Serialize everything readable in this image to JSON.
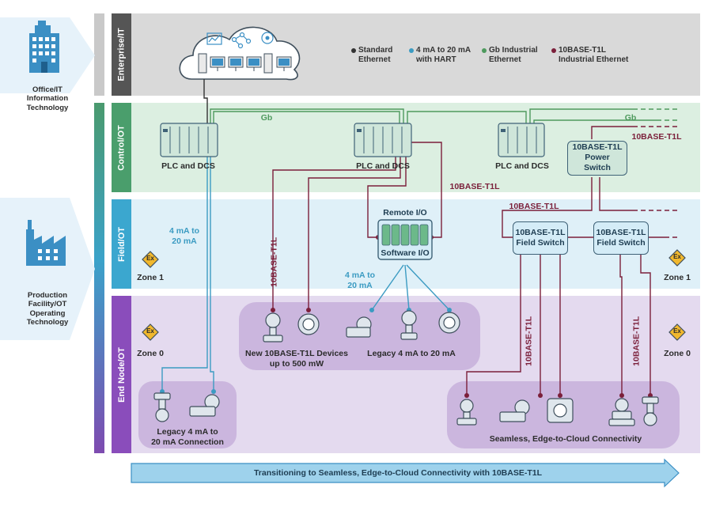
{
  "left": {
    "office_label": "Office/IT\nInformation\nTechnology",
    "production_label": "Production\nFacility/OT\nOperating\nTechnology"
  },
  "bands": {
    "enterprise": "Enterprise/IT",
    "control": "Control/OT",
    "field": "Field/OT",
    "endnode": "End Node/OT"
  },
  "legend": [
    {
      "label": "Standard\nEthernet",
      "color": "#333333"
    },
    {
      "label": "4 mA to 20 mA\nwith HART",
      "color": "#3b9bc2"
    },
    {
      "label": "Gb Industrial\nEthernet",
      "color": "#4e9a5e"
    },
    {
      "label": "10BASE-T1L\nIndustrial Ethernet",
      "color": "#7b1f3a"
    }
  ],
  "control": {
    "plc1": "PLC and DCS",
    "plc2": "PLC and DCS",
    "plc3": "PLC and DCS",
    "gb1": "Gb",
    "gb2": "Gb",
    "power_switch": "10BASE-T1L\nPower\nSwitch",
    "t1l_right": "10BASE-T1L",
    "t1l_mid": "10BASE-T1L"
  },
  "field": {
    "remote_io": "Remote I/O",
    "software_io": "Software I/O",
    "t1l_label": "10BASE-T1L",
    "field_switch_1": "10BASE-T1L\nField Switch",
    "field_switch_2": "10BASE-T1L\nField Switch",
    "ma_label_left": "4 mA to\n20 mA",
    "ma_label_mid": "4 mA to\n20 mA",
    "zone1_left": "Zone 1",
    "zone1_right": "Zone 1",
    "t1l_vertical": "10BASE-T1L"
  },
  "endnode": {
    "zone0_left": "Zone 0",
    "zone0_right": "Zone 0",
    "new_devices": "New 10BASE-T1L Devices\nup to 500 mW",
    "legacy_mid": "Legacy 4 mA to 20 mA",
    "legacy_left": "Legacy 4 mA to\n20 mA Connection",
    "seamless": "Seamless, Edge-to-Cloud Connectivity",
    "t1l_v1": "10BASE-T1L",
    "t1l_v2": "10BASE-T1L"
  },
  "ex_symbol": "Ex",
  "arrow_text": "Transitioning to Seamless, Edge-to-Cloud Connectivity with 10BASE-T1L"
}
